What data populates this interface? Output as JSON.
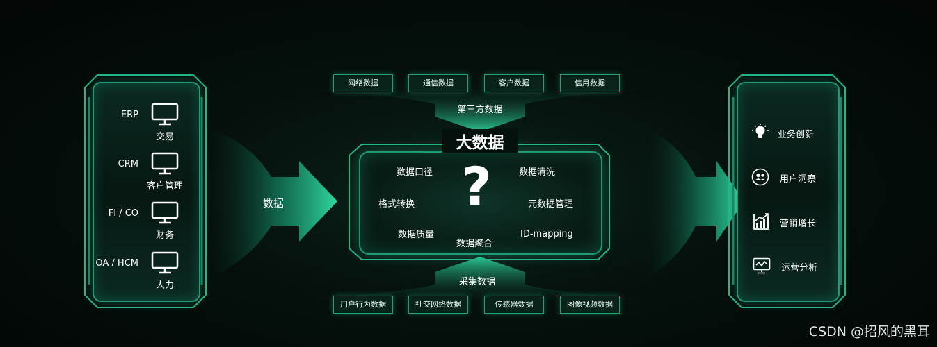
{
  "sources_left": {
    "systems": [
      {
        "name": "ERP",
        "module": "交易"
      },
      {
        "name": "CRM",
        "module": "客户管理"
      },
      {
        "name": "FI / CO",
        "module": "财务"
      },
      {
        "name": "OA / HCM",
        "module": "人力"
      }
    ]
  },
  "arrow_left_label": "数据",
  "third_party": {
    "items": [
      "网络数据",
      "通信数据",
      "客户数据",
      "信用数据"
    ],
    "label": "第三方数据"
  },
  "center": {
    "title": "大数据",
    "symbol": "?",
    "topics": [
      "数据口径",
      "数据清洗",
      "格式转换",
      "元数据管理",
      "数据质量",
      "数据聚合",
      "ID-mapping"
    ]
  },
  "collection": {
    "label": "采集数据",
    "items": [
      "用户行为数据",
      "社交网络数据",
      "传感器数据",
      "图像视频数据"
    ]
  },
  "capabilities": {
    "items": [
      {
        "icon": "lightbulb-icon",
        "label": "业务创新"
      },
      {
        "icon": "users-icon",
        "label": "用户洞察"
      },
      {
        "icon": "growth-chart-icon",
        "label": "营销增长"
      },
      {
        "icon": "analytics-monitor-icon",
        "label": "运营分析"
      }
    ]
  },
  "watermark": "CSDN @招风的黑耳",
  "colors": {
    "accent": "#1f9a76",
    "glow": "#2fe0a6",
    "background": "#03100b"
  }
}
